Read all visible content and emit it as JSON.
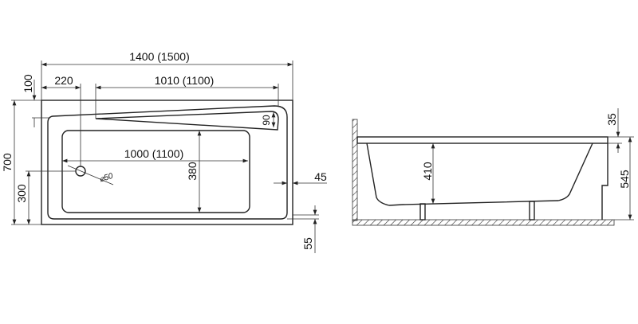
{
  "top_view": {
    "overall_length": "1400 (1500)",
    "headrest_length": "1010 (1100)",
    "drain_offset_x": "220",
    "rim_width_top": "100",
    "basin_length": "1000 (1100)",
    "basin_width": "380",
    "headrest_depth": "90",
    "overall_width": "700",
    "drain_offset_y": "300",
    "drain_diameter": "⌀50",
    "rim_side": "45",
    "rim_bottom": "55"
  },
  "side_view": {
    "depth": "410",
    "rim_thickness": "35",
    "total_height": "545"
  }
}
